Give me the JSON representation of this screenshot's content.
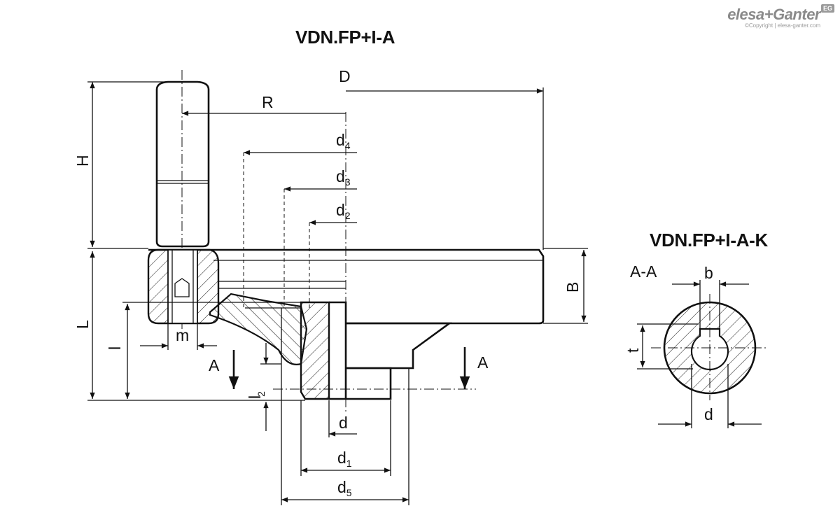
{
  "titles": {
    "main": "VDN.FP+I-A",
    "variant": "VDN.FP+I-A-K"
  },
  "brand": {
    "name": "elesa+Ganter",
    "copyright": "©Copyright | elesa-ganter.com",
    "badge": "EG"
  },
  "dimensions": {
    "D": "D",
    "R": "R",
    "H": "H",
    "L": "L",
    "B": "B",
    "l": "l",
    "l2": "l",
    "l2_sub": "2",
    "m": "m",
    "d4": "d",
    "d4_sub": "4",
    "d3": "d",
    "d3_sub": "3",
    "d2": "d",
    "d2_sub": "2",
    "d": "d",
    "d1": "d",
    "d1_sub": "1",
    "d5": "d",
    "d5_sub": "5",
    "section_left": "A",
    "section_right": "A"
  },
  "section_view": {
    "label": "A-A",
    "b": "b",
    "t": "t",
    "d": "d"
  }
}
